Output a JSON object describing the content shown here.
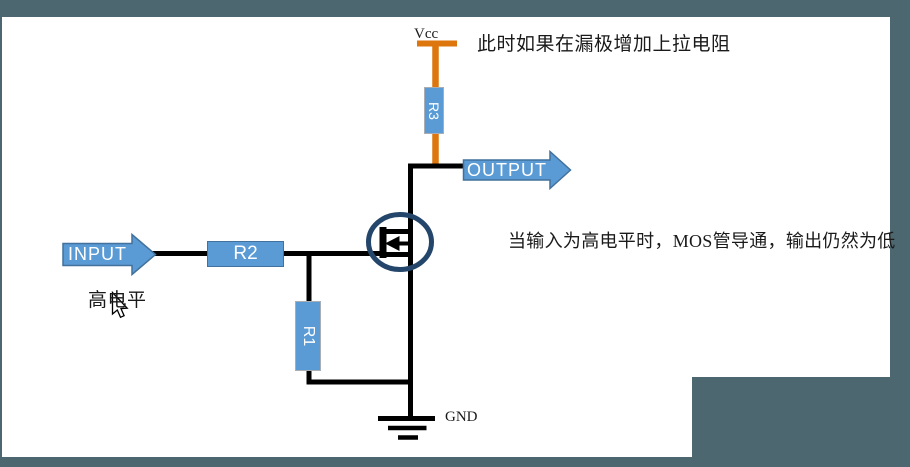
{
  "annotations": {
    "top_note": "此时如果在漏极增加上拉电阻",
    "result_note": "当输入为高电平时，MOS管导通，输出仍然为低",
    "input_level": "高电平"
  },
  "circuit": {
    "power_label": "Vcc",
    "ground_label": "GND",
    "input_label": "INPUT",
    "output_label": "OUTPUT",
    "resistors": [
      {
        "label": "R1"
      },
      {
        "label": "R2"
      },
      {
        "label": "R3"
      }
    ],
    "colors": {
      "component_fill": "#5B9BD5",
      "component_border": "#41719C",
      "resistor_border": "#A8AEB4",
      "wire": "#000000",
      "pullup_wire": "#DD760D",
      "mosfet_outline": "#24466B",
      "background_frame": "#4D6770",
      "canvas": "#FFFFFF"
    }
  }
}
